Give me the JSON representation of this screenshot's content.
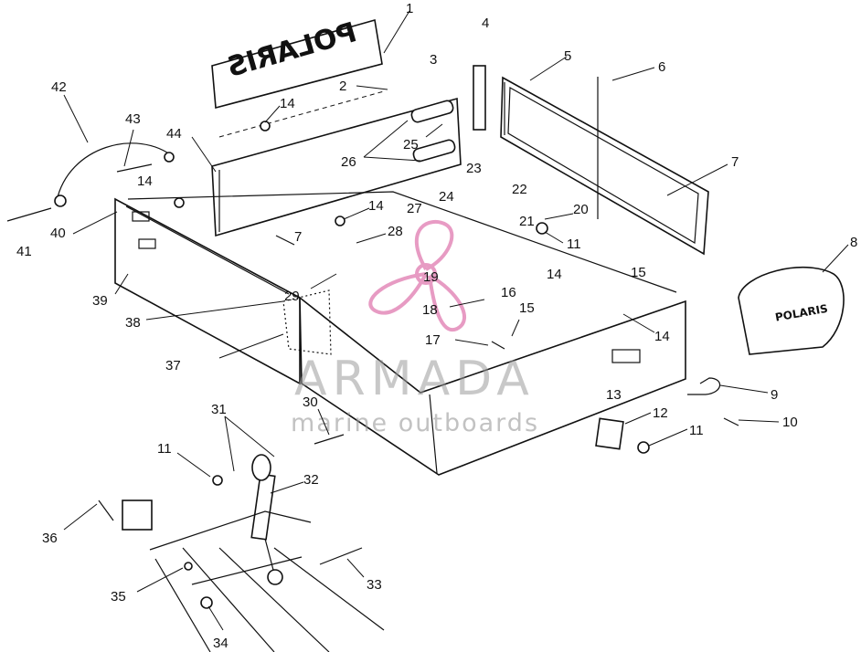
{
  "brand_logo_text": "POLARIS",
  "watermark": {
    "title": "ARMADA",
    "subtitle": "marine outboards",
    "accent_color": "#e07ab0"
  },
  "callouts": [
    "1",
    "2",
    "3",
    "4",
    "5",
    "6",
    "7",
    "7",
    "8",
    "9",
    "10",
    "11",
    "11",
    "11",
    "12",
    "13",
    "14",
    "14",
    "14",
    "14",
    "14",
    "15",
    "15",
    "16",
    "17",
    "18",
    "19",
    "20",
    "21",
    "22",
    "23",
    "24",
    "25",
    "26",
    "27",
    "28",
    "29",
    "30",
    "31",
    "32",
    "33",
    "34",
    "35",
    "36",
    "37",
    "38",
    "39",
    "40",
    "41",
    "42",
    "43",
    "44"
  ]
}
